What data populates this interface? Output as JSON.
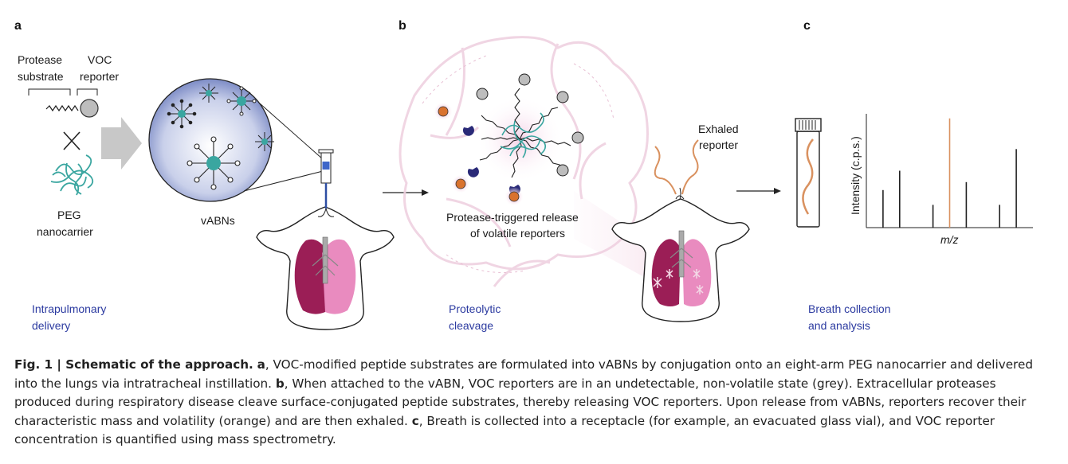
{
  "panels": {
    "a": {
      "letter": "a",
      "protease_label": "Protease",
      "substrate_label": "substrate",
      "voc_label": "VOC",
      "reporter_label": "reporter",
      "peg_label": "PEG",
      "nanocarrier_label": "nanocarrier",
      "vabns_label": "vABNs",
      "step_line1": "Intrapulmonary",
      "step_line2": "delivery"
    },
    "b": {
      "letter": "b",
      "release_line1": "Protease-triggered release",
      "release_line2": "of volatile reporters",
      "step_line1": "Proteolytic",
      "step_line2": "cleavage"
    },
    "c": {
      "letter": "c",
      "exhaled_line1": "Exhaled",
      "exhaled_line2": "reporter",
      "y_axis_label": "Intensity (c.p.s.)",
      "x_axis_label": "m/z",
      "step_line1": "Breath collection",
      "step_line2": "and analysis"
    }
  },
  "spectrum": {
    "peaks": [
      {
        "x": 1,
        "intensity": 0.33,
        "color": "#222222"
      },
      {
        "x": 2,
        "intensity": 0.5,
        "color": "#222222"
      },
      {
        "x": 4,
        "intensity": 0.2,
        "color": "#222222"
      },
      {
        "x": 5,
        "intensity": 0.96,
        "color": "#d9915f"
      },
      {
        "x": 6,
        "intensity": 0.4,
        "color": "#222222"
      },
      {
        "x": 8,
        "intensity": 0.2,
        "color": "#222222"
      },
      {
        "x": 9,
        "intensity": 0.69,
        "color": "#222222"
      }
    ]
  },
  "colors": {
    "orange_reporter": "#d9722e",
    "grey_reporter": "#b8b8b8",
    "navy_substrate": "#2a2a78",
    "peg_teal": "#3aa6a0",
    "lung_dark": "#9b1e56",
    "lung_light": "#e98bbf",
    "label_blue": "#2b3aa0"
  },
  "caption": {
    "fig_label": "Fig. 1 | Schematic of the approach.",
    "segments": [
      {
        "bold": true,
        "text": "a"
      },
      {
        "bold": false,
        "text": ", VOC-modified peptide substrates are formulated into vABNs by conjugation onto an eight-arm PEG nanocarrier and delivered into the lungs via intratracheal instillation. "
      },
      {
        "bold": true,
        "text": "b"
      },
      {
        "bold": false,
        "text": ", When attached to the vABN, VOC reporters are in an undetectable, non-volatile state (grey). Extracellular proteases produced during respiratory disease cleave surface-conjugated peptide substrates, thereby releasing VOC reporters. Upon release from vABNs, reporters recover their characteristic mass and volatility (orange) and are then exhaled. "
      },
      {
        "bold": true,
        "text": "c"
      },
      {
        "bold": false,
        "text": ", Breath is collected into a receptacle (for example, an evacuated glass vial), and VOC reporter concentration is quantified using mass spectrometry."
      }
    ]
  }
}
